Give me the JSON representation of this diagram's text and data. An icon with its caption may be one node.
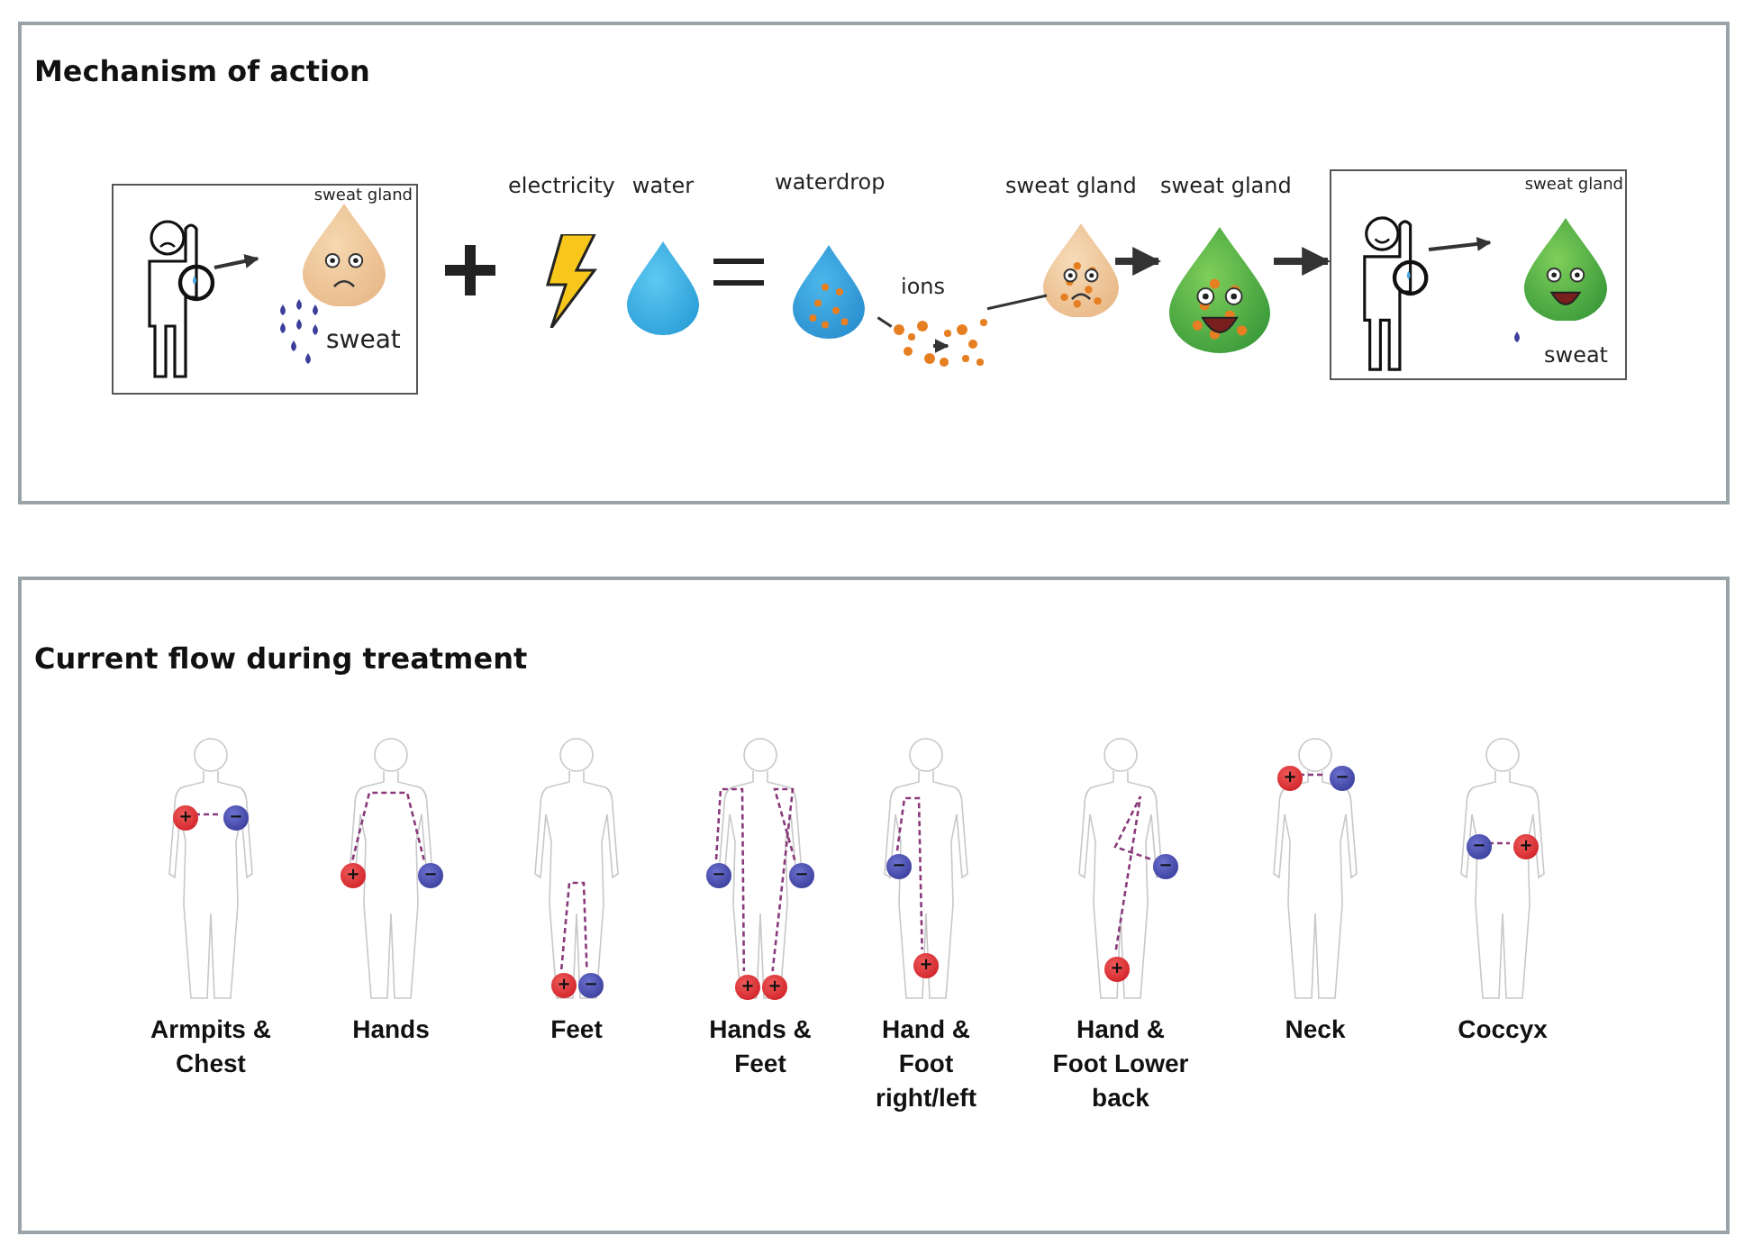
{
  "diagram": {
    "nodes": [
      {
        "text": [
          "Mechanism of action"
        ]
      },
      {
        "text": [],
        "shape": "box",
        "in": 0
      },
      {
        "text": [],
        "shape": "person",
        "in": 1
      },
      {
        "text": [
          "sweat gland"
        ],
        "beside": [
          "sweat"
        ],
        "in": 1
      },
      {
        "text": [
          "electricity"
        ],
        "in": 0
      },
      {
        "text": [
          "water"
        ],
        "in": 0
      },
      {
        "text": [
          "waterdrop"
        ],
        "in": 0
      },
      {
        "text": [
          "ions"
        ],
        "in": 0
      },
      {
        "text": [
          "sweat gland"
        ],
        "in": 0
      },
      {
        "text": [
          "sweat gland"
        ],
        "in": 0
      },
      {
        "text": [],
        "shape": "box",
        "in": 0
      },
      {
        "text": [],
        "shape": "person",
        "in": 10
      },
      {
        "text": [
          "sweat gland"
        ],
        "beside": [
          "sweat"
        ],
        "in": 10
      },
      {
        "text": [
          "Current flow during treatment"
        ]
      },
      {
        "text": [],
        "shape": "person",
        "beside": [
          "Armpits & Chest"
        ],
        "in": 13
      },
      {
        "text": [
          "+"
        ],
        "in": 14
      },
      {
        "text": [
          "−"
        ],
        "in": 14
      },
      {
        "text": [],
        "shape": "person",
        "beside": [
          "Hands"
        ],
        "in": 13
      },
      {
        "text": [
          "+"
        ],
        "in": 17
      },
      {
        "text": [
          "−"
        ],
        "in": 17
      },
      {
        "text": [],
        "shape": "person",
        "beside": [
          "Feet"
        ],
        "in": 13
      },
      {
        "text": [
          "+"
        ],
        "in": 20
      },
      {
        "text": [
          "−"
        ],
        "in": 20
      },
      {
        "text": [],
        "shape": "person",
        "beside": [
          "Hands & Feet"
        ],
        "in": 13
      },
      {
        "text": [
          "−"
        ],
        "in": 23
      },
      {
        "text": [
          "−"
        ],
        "in": 23
      },
      {
        "text": [
          "+"
        ],
        "in": 23
      },
      {
        "text": [
          "+"
        ],
        "in": 23
      },
      {
        "text": [],
        "shape": "person",
        "beside": [
          "Hand & Foot right/left"
        ],
        "in": 13
      },
      {
        "text": [
          "−"
        ],
        "in": 28
      },
      {
        "text": [
          "+"
        ],
        "in": 28
      },
      {
        "text": [],
        "shape": "person",
        "beside": [
          "Hand & Foot Lower back"
        ],
        "in": 13
      },
      {
        "text": [
          "−"
        ],
        "in": 31
      },
      {
        "text": [
          "+"
        ],
        "in": 31
      },
      {
        "text": [],
        "shape": "person",
        "beside": [
          "Neck"
        ],
        "in": 13
      },
      {
        "text": [
          "+"
        ],
        "in": 34
      },
      {
        "text": [
          "−"
        ],
        "in": 34
      },
      {
        "text": [],
        "shape": "person",
        "beside": [
          "Coccyx"
        ],
        "in": 13
      },
      {
        "text": [
          "−"
        ],
        "in": 37
      },
      {
        "text": [
          "+"
        ],
        "in": 37
      }
    ],
    "edges": [
      {
        "from": 2,
        "to": 3,
        "arrow": "to"
      },
      {
        "from": 6,
        "to": 7,
        "arrow": "none"
      },
      {
        "from": 7,
        "to": 8,
        "arrow": "none"
      },
      {
        "from": 8,
        "to": 9,
        "arrow": "to",
        "style": "thick"
      },
      {
        "from": 9,
        "to": 10,
        "arrow": "to",
        "style": "thick"
      },
      {
        "from": 11,
        "to": 12,
        "arrow": "to"
      },
      {
        "from": 15,
        "to": 16,
        "arrow": "none",
        "style": "dashed"
      },
      {
        "from": 18,
        "to": 19,
        "arrow": "none",
        "style": "dashed"
      },
      {
        "from": 21,
        "to": 22,
        "arrow": "none",
        "style": "dashed"
      },
      {
        "from": 24,
        "to": 26,
        "arrow": "none",
        "style": "dashed"
      },
      {
        "from": 25,
        "to": 27,
        "arrow": "none",
        "style": "dashed"
      },
      {
        "from": 29,
        "to": 30,
        "arrow": "none",
        "style": "dashed"
      },
      {
        "from": 32,
        "to": 33,
        "arrow": "none",
        "style": "dashed"
      },
      {
        "from": 35,
        "to": 36,
        "arrow": "none",
        "style": "dashed"
      },
      {
        "from": 38,
        "to": 39,
        "arrow": "none",
        "style": "dashed"
      }
    ]
  }
}
